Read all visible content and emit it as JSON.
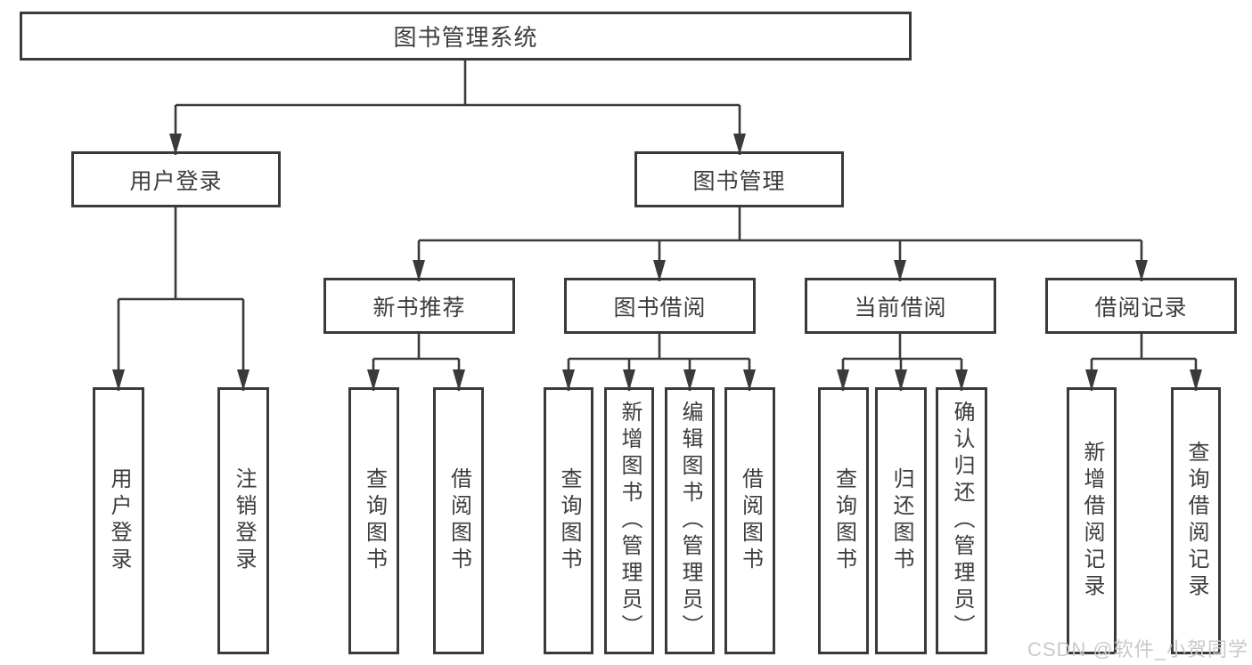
{
  "diagram": {
    "title": "图书管理系统",
    "user_login": {
      "label": "用户登录",
      "children": [
        "用户登录",
        "注销登录"
      ]
    },
    "book_mgmt": {
      "label": "图书管理",
      "sections": [
        {
          "label": "新书推荐",
          "children": [
            "查询图书",
            "借阅图书"
          ]
        },
        {
          "label": "图书借阅",
          "children": [
            "查询图书",
            "新增图书（管理员）",
            "编辑图书（管理员）",
            "借阅图书"
          ]
        },
        {
          "label": "当前借阅",
          "children": [
            "查询图书",
            "归还图书",
            "确认归还（管理员）"
          ]
        },
        {
          "label": "借阅记录",
          "children": [
            "新增借阅记录",
            "查询借阅记录"
          ]
        }
      ]
    }
  },
  "watermark": "CSDN @软件_小贺同学",
  "colors": {
    "line": "#3a3a3a",
    "border": "#3a3a3a",
    "text": "#3d3d3d",
    "watermark": "#c9c9c9",
    "background": "#ffffff"
  }
}
